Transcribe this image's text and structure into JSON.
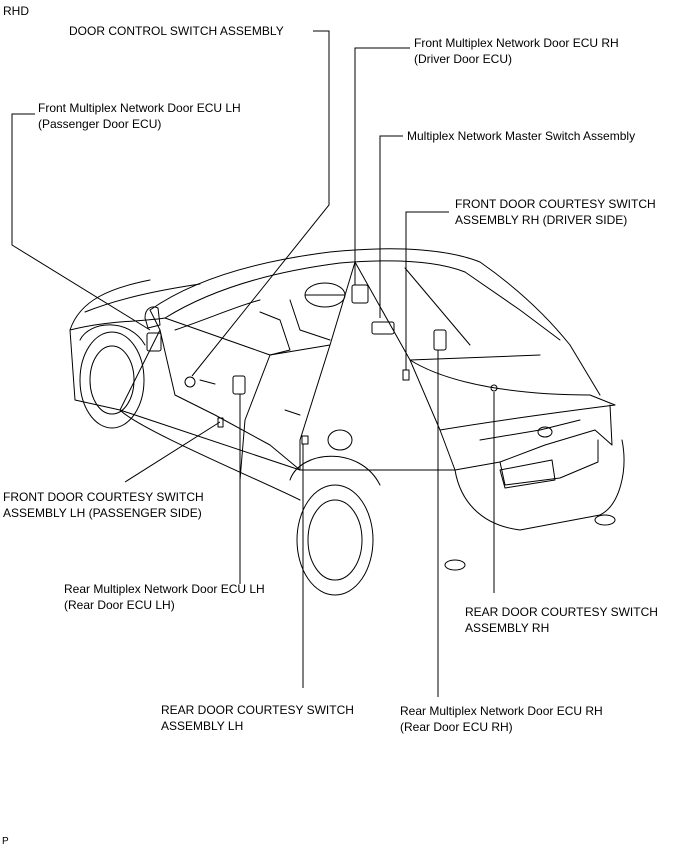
{
  "header": {
    "tag": "RHD"
  },
  "footer": {
    "code": "P"
  },
  "labels": {
    "door_control_switch": {
      "line1": "DOOR CONTROL SWITCH ASSEMBLY"
    },
    "front_ecu_rh": {
      "line1": "Front Multiplex Network Door ECU RH",
      "line2": "(Driver Door ECU)"
    },
    "front_ecu_lh": {
      "line1": "Front Multiplex Network Door ECU LH",
      "line2": "(Passenger Door ECU)"
    },
    "master_switch": {
      "line1": "Multiplex Network Master Switch Assembly"
    },
    "front_courtesy_rh": {
      "line1": "FRONT DOOR COURTESY SWITCH",
      "line2": "ASSEMBLY RH (DRIVER SIDE)"
    },
    "front_courtesy_lh": {
      "line1": "FRONT DOOR COURTESY SWITCH",
      "line2": "ASSEMBLY LH (PASSENGER SIDE)"
    },
    "rear_ecu_lh": {
      "line1": "Rear Multiplex Network Door ECU LH",
      "line2": "(Rear Door ECU LH)"
    },
    "rear_courtesy_rh": {
      "line1": "REAR DOOR COURTESY SWITCH",
      "line2": "ASSEMBLY RH"
    },
    "rear_courtesy_lh": {
      "line1": "REAR DOOR COURTESY SWITCH",
      "line2": "ASSEMBLY LH"
    },
    "rear_ecu_rh": {
      "line1": "Rear Multiplex Network Door ECU RH",
      "line2": "(Rear Door ECU RH)"
    }
  }
}
